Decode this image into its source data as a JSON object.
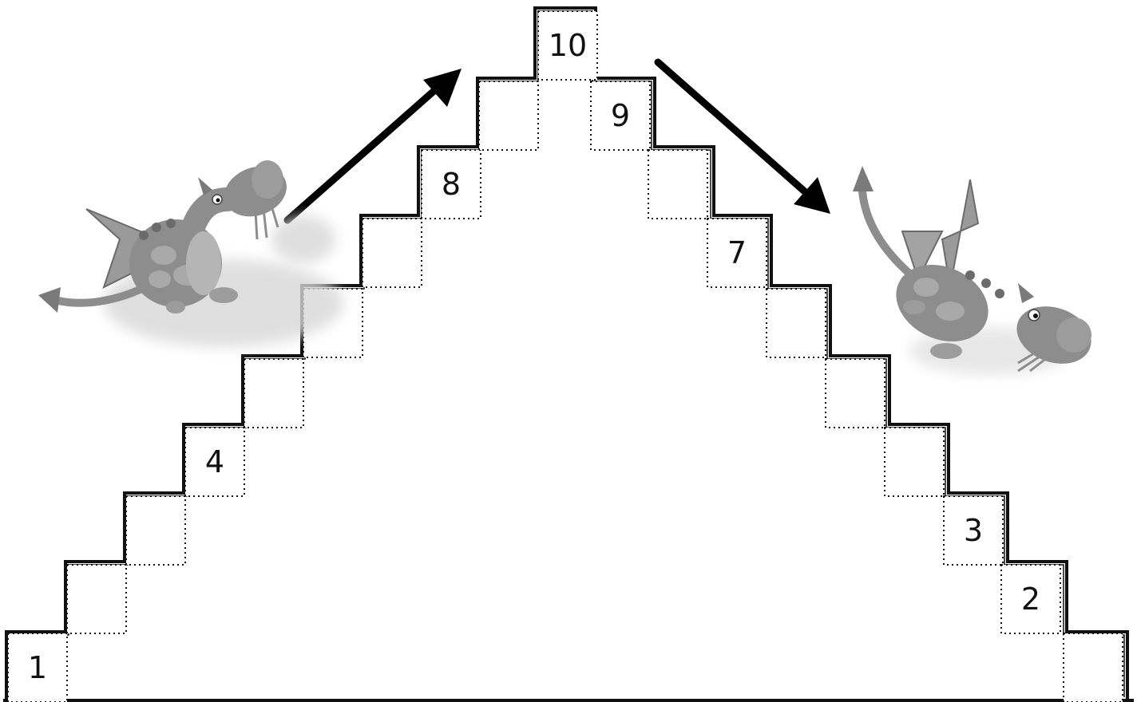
{
  "staircase": {
    "left_side": [
      {
        "step": 1,
        "label": "1"
      },
      {
        "step": 2,
        "label": ""
      },
      {
        "step": 3,
        "label": ""
      },
      {
        "step": 4,
        "label": "4"
      },
      {
        "step": 5,
        "label": ""
      },
      {
        "step": 6,
        "label": ""
      },
      {
        "step": 7,
        "label": ""
      },
      {
        "step": 8,
        "label": "8"
      },
      {
        "step": 9,
        "label": ""
      }
    ],
    "top": {
      "step": 10,
      "label": "10"
    },
    "right_side": [
      {
        "step": 9,
        "label": "9"
      },
      {
        "step": 8,
        "label": ""
      },
      {
        "step": 7,
        "label": "7"
      },
      {
        "step": 6,
        "label": ""
      },
      {
        "step": 5,
        "label": ""
      },
      {
        "step": 4,
        "label": ""
      },
      {
        "step": 3,
        "label": "3"
      },
      {
        "step": 2,
        "label": "2"
      },
      {
        "step": 1,
        "label": ""
      }
    ]
  },
  "arrows": [
    {
      "name": "arrow-up-right",
      "direction": "up"
    },
    {
      "name": "arrow-down-right",
      "direction": "down"
    }
  ],
  "characters": [
    {
      "name": "dragon-left",
      "icon": "dragon-icon",
      "facing": "right-up"
    },
    {
      "name": "dragon-right",
      "icon": "dragon-icon",
      "facing": "right-down"
    }
  ],
  "colors": {
    "dragon": "#8d8d8d",
    "dragon_dark": "#6b6b6b",
    "outline": "#111111"
  }
}
